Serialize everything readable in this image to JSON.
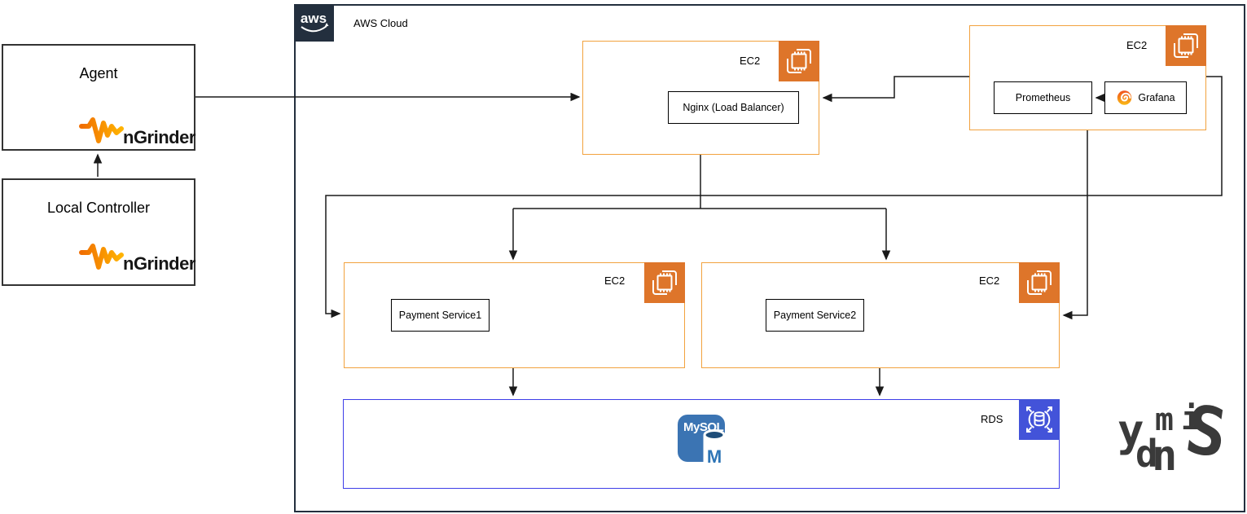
{
  "aws_cloud": {
    "label": "AWS Cloud",
    "logo_text": "aws"
  },
  "agent_box": {
    "title": "Agent",
    "brand": "nGrinder"
  },
  "controller_box": {
    "title": "Local Controller",
    "brand": "nGrinder"
  },
  "nginx_group": {
    "type_label": "EC2",
    "node_label": "Nginx (Load Balancer)"
  },
  "monitoring_group": {
    "type_label": "EC2",
    "prometheus_label": "Prometheus",
    "grafana_label": "Grafana"
  },
  "payment1_group": {
    "type_label": "EC2",
    "node_label": "Payment Service1"
  },
  "payment2_group": {
    "type_label": "EC2",
    "node_label": "Payment Service2"
  },
  "rds_group": {
    "type_label": "RDS",
    "mysql_wordmark": "MySQL",
    "mysql_monogram": "M"
  },
  "watermark": {
    "letters": [
      "y",
      "d",
      "m",
      "i",
      "n",
      "S"
    ]
  },
  "colors": {
    "ec2_icon_orange": "#DE752A",
    "group_border_orange": "#F2A23E",
    "rds_border_blue": "#3E3EE8",
    "rds_icon_blue": "#4353D9",
    "aws_dark": "#232F3E",
    "mysql_blue": "#3B74B3",
    "ngrinder_orange_dark": "#F06E00",
    "ngrinder_orange_light": "#FFB300",
    "grafana_orange": "#F0511F",
    "grafana_yellow": "#F9B915",
    "watermark_gray": "#3A3A3A",
    "connector_black": "#1A1A1A"
  }
}
